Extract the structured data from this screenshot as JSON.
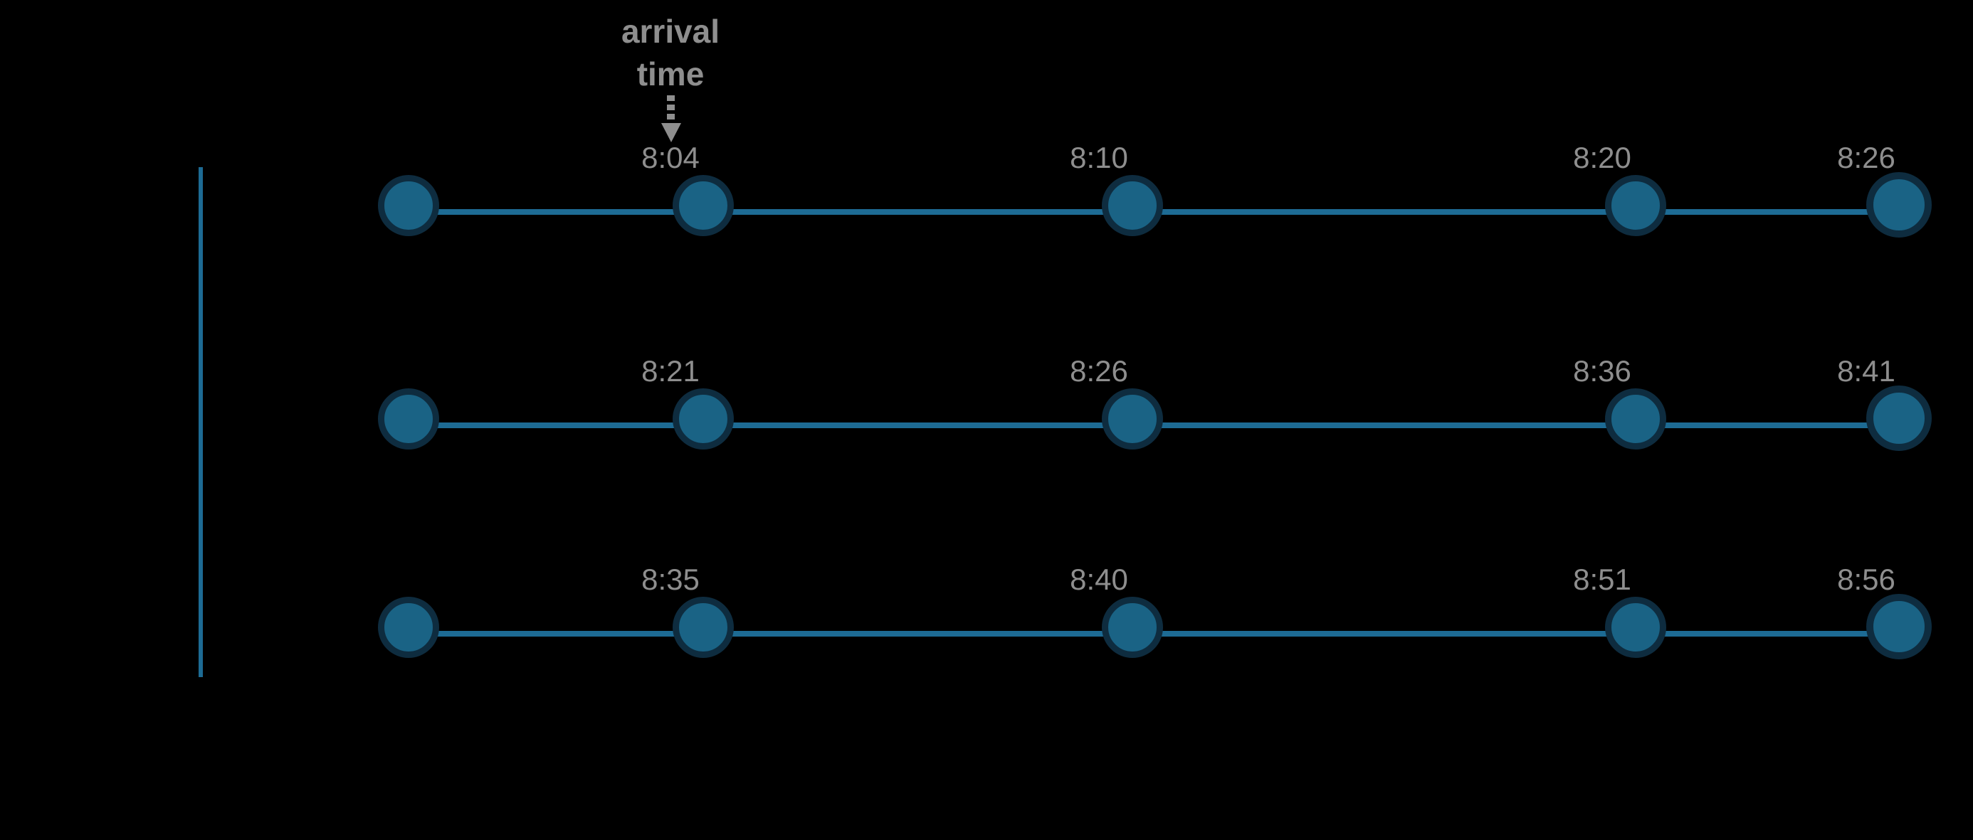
{
  "annotation": {
    "line1": "arrival",
    "line2": "time"
  },
  "timelines": [
    {
      "times": [
        "8:04",
        "8:10",
        "8:20",
        "8:26"
      ]
    },
    {
      "times": [
        "8:21",
        "8:26",
        "8:36",
        "8:41"
      ]
    },
    {
      "times": [
        "8:35",
        "8:40",
        "8:51",
        "8:56"
      ]
    }
  ],
  "colors": {
    "accent": "#1d6b94",
    "node_fill": "#1a6385",
    "node_stroke": "#0e2c3f",
    "label_gray": "#8e8e8e",
    "bg": "#000000"
  }
}
